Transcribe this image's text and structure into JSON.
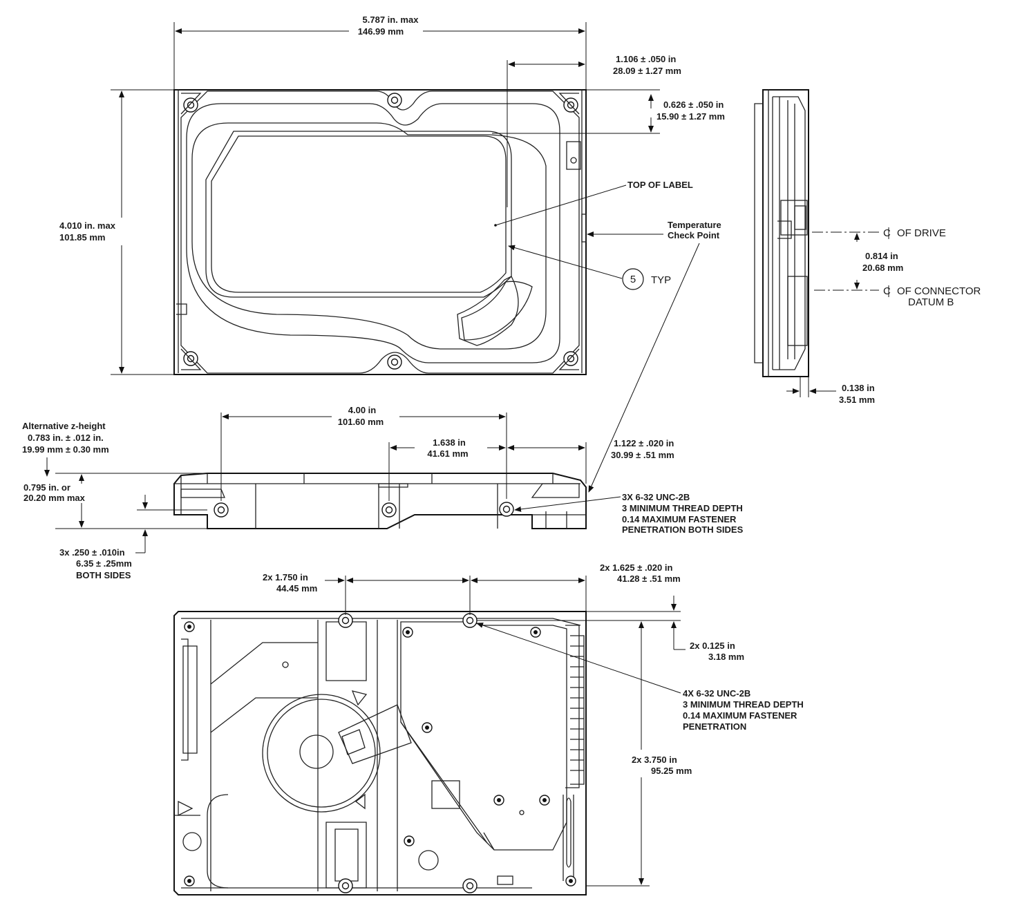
{
  "top_view": {
    "width_in": "5.787 in.    max",
    "width_mm": "146.99 mm",
    "height_in": "4.010 in.   max",
    "height_mm": "101.85 mm",
    "label_offset_in": "1.106 ± .050 in",
    "label_offset_mm": "28.09 ± 1.27 mm",
    "label_top_in": "0.626 ± .050 in",
    "label_top_mm": "15.90 ± 1.27 mm",
    "top_of_label": "TOP OF LABEL",
    "temp_line1": "Temperature",
    "temp_line2": "Check Point",
    "callout_num": "5",
    "callout_text": "TYP"
  },
  "side_view": {
    "cl_drive": "OF DRIVE",
    "cl_connector": "OF CONNECTOR",
    "datum": "DATUM B",
    "offset_in": "0.814 in",
    "offset_mm": "20.68 mm",
    "conn_in": "0.138 in",
    "conn_mm": "3.51 mm"
  },
  "front_view": {
    "alt_title": "Alternative z-height",
    "alt_in": "0.783 in. ± .012 in.",
    "alt_mm": "19.99 mm ± 0.30 mm",
    "height_in": "0.795 in. or",
    "height_mm": "20.20 mm max",
    "hole_in": "3x  .250 ± .010in",
    "hole_mm": "6.35 ± .25mm",
    "hole_sides": "BOTH  SIDES",
    "span_in": "4.00 in",
    "span_mm": "101.60 mm",
    "mid_in": "1.638 in",
    "mid_mm": "41.61 mm",
    "end_in": "1.122 ± .020 in",
    "end_mm": "30.99 ± .51 mm",
    "thread1": "3X 6-32 UNC-2B",
    "thread2": "3 MINIMUM THREAD DEPTH",
    "thread3": "0.14 MAXIMUM FASTENER",
    "thread4": "PENETRATION BOTH SIDES"
  },
  "bottom_view": {
    "left_in": "2x   1.750 in",
    "left_mm": "44.45 mm",
    "right_in": "2x  1.625 ± .020 in",
    "right_mm": "41.28 ± .51 mm",
    "edge_in": "2x   0.125 in",
    "edge_mm": "3.18 mm",
    "thread1": "4X 6-32 UNC-2B",
    "thread2": "3 MINIMUM THREAD DEPTH",
    "thread3": "0.14 MAXIMUM FASTENER",
    "thread4": "PENETRATION",
    "span_in": "2x   3.750 in",
    "span_mm": "95.25 mm"
  }
}
